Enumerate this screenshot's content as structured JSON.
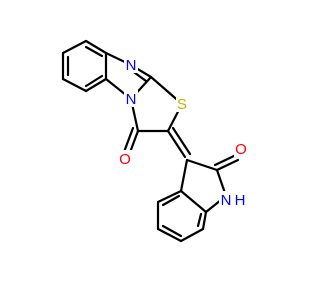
{
  "molecule": {
    "atoms": {
      "N_imine": {
        "text": "N",
        "color": "#0000ff"
      },
      "N_fused": {
        "text": "N",
        "color": "#0000ff"
      },
      "S": {
        "text": "S",
        "color": "#b8b800"
      },
      "O_ketone": {
        "text": "O",
        "color": "#ff0000"
      },
      "O_lactam": {
        "text": "O",
        "color": "#ff0000"
      },
      "NH_N": {
        "text": "N",
        "color": "#0000ff"
      },
      "NH_H": {
        "text": "H",
        "color": "#0000ff"
      }
    },
    "bond_color": "#000000"
  }
}
